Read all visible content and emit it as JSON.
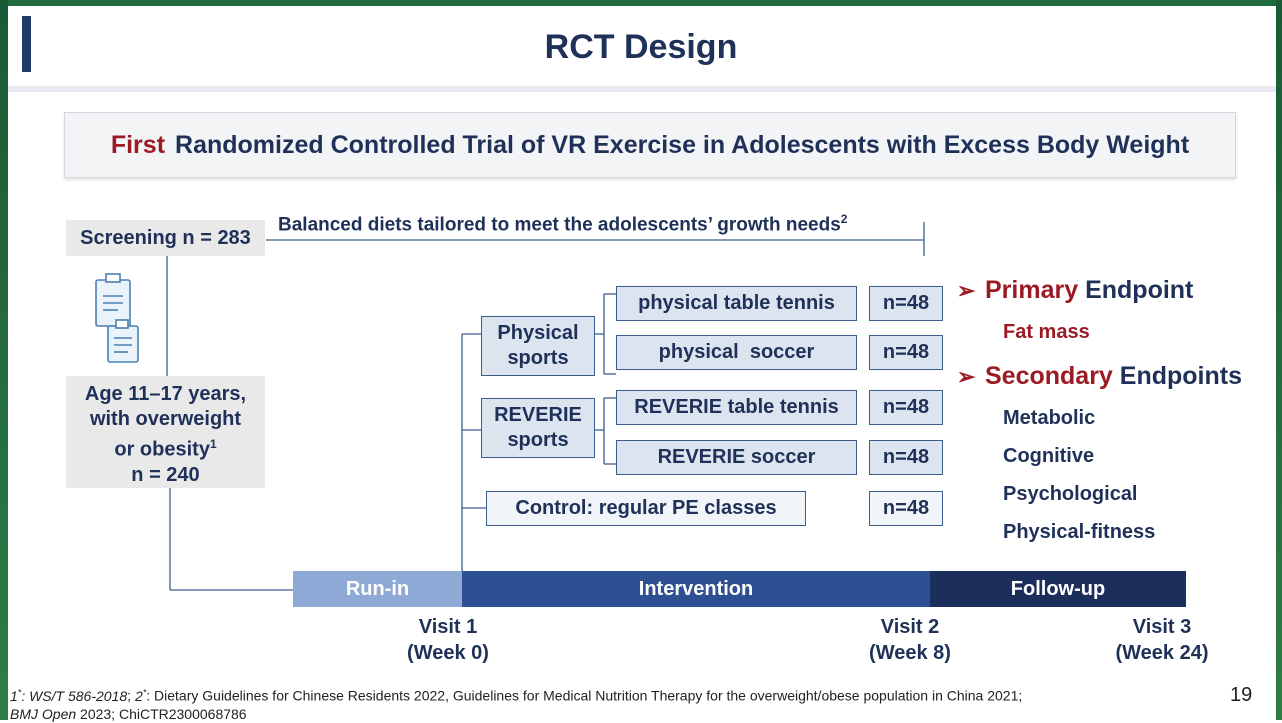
{
  "slide": {
    "title": "RCT Design",
    "page_number": "19"
  },
  "banner": {
    "first": "First",
    "rest": "Randomized Controlled Trial of VR Exercise in Adolescents with Excess Body Weight"
  },
  "screening": {
    "label": "Screening n = 283"
  },
  "diet": {
    "text": "Balanced diets tailored to meet the adolescents’ growth needs",
    "sup": "2"
  },
  "population": {
    "line1": "Age 11–17 years,",
    "line2": "with overweight",
    "line3": "or obesity",
    "line3_sup": "1",
    "line4": "n = 240"
  },
  "groups": {
    "physical_sports": {
      "line1": "Physical",
      "line2": "sports"
    },
    "reverie_sports": {
      "line1": "REVERIE",
      "line2": "sports"
    },
    "arms": [
      {
        "label": "physical table tennis",
        "n": "n=48"
      },
      {
        "label": "physical  soccer",
        "n": "n=48"
      },
      {
        "label": "REVERIE table tennis",
        "n": "n=48"
      },
      {
        "label": "REVERIE soccer",
        "n": "n=48"
      },
      {
        "label": "Control: regular PE classes",
        "n": "n=48"
      }
    ]
  },
  "endpoints": {
    "arrow": "➢",
    "primary_red": "Primary",
    "primary_rest": "Endpoint",
    "primary_item": "Fat mass",
    "secondary_red": "Secondary",
    "secondary_rest": "Endpoints",
    "secondary_items": [
      "Metabolic",
      "Cognitive",
      "Psychological",
      "Physical-fitness"
    ]
  },
  "timeline": {
    "phases": [
      "Run-in",
      "Intervention",
      "Follow-up"
    ],
    "visits": [
      {
        "name": "Visit 1",
        "week": "(Week 0)"
      },
      {
        "name": "Visit 2",
        "week": "(Week 8)"
      },
      {
        "name": "Visit 3",
        "week": "(Week 24)"
      }
    ]
  },
  "footnote": {
    "ref1_italic": "WS/T 586-2018",
    "ref2_text": "Dietary Guidelines for Chinese Residents 2022, Guidelines for Medical Nutrition Therapy for the overweight/obese population in China 2021;",
    "journal_italic": "BMJ Open",
    "line2_rest": "2023; ChiCTR2300068786"
  },
  "colors": {
    "navy": "#1f3158",
    "accent_red": "#9b1b24",
    "runin": "#8fa9d6",
    "intervention": "#2f4f93",
    "followup": "#1c2f5c",
    "frame_green": "#1f6a3c"
  }
}
